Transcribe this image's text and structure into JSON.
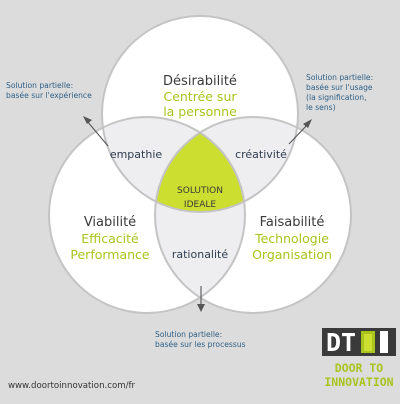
{
  "colors": {
    "background": "#dcdcdc",
    "circle_fill": "#ffffff",
    "overlap_fill": "#eeeef1",
    "outline": "#c4c4c4",
    "center_fill": "#ccde2f",
    "accent": "#a9c41c",
    "note_text": "#2e5f86",
    "logo_bg": "#3a3a3a"
  },
  "top": {
    "title": "Désirabilité",
    "line1": "Centrée sur",
    "line2": "la personne"
  },
  "left": {
    "title": "Viabilité",
    "line1": "Efficacité",
    "line2": "Performance"
  },
  "right": {
    "title": "Faisabilité",
    "line1": "Technologie",
    "line2": "Organisation"
  },
  "overlaps": {
    "top_left": "empathie",
    "top_right": "créativité",
    "bottom": "rationalité"
  },
  "center": {
    "line1": "SOLUTION",
    "line2": "IDEALE"
  },
  "notes": {
    "left": [
      "Solution partielle:",
      "basée sur l'expérience"
    ],
    "right": [
      "Solution partielle:",
      "basée sur l'usage",
      "(la signification,",
      "le sens)"
    ],
    "bottom": [
      "Solution partielle:",
      "basée sur les processus"
    ]
  },
  "website": "www.doortoinnovation.com/fr",
  "logo": {
    "letters": "DT",
    "line1": "DOOR TO",
    "line2": "INNOVATION"
  }
}
